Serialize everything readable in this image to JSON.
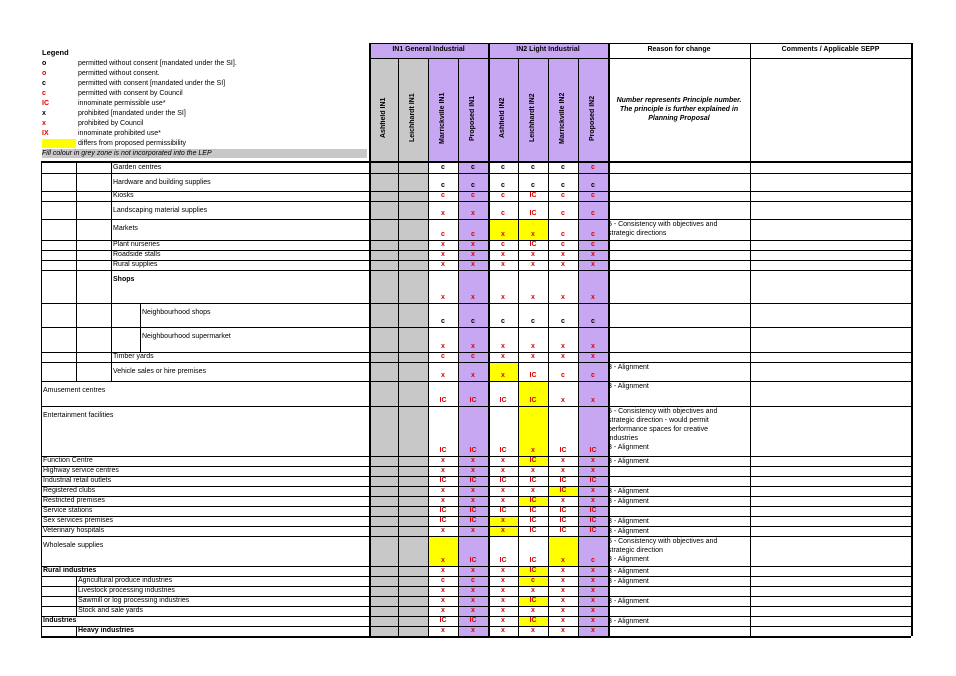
{
  "legend": {
    "title": "Legend",
    "items": [
      {
        "sym": "o",
        "color": "#000000",
        "text": "permitted without consent [mandated under the SI]."
      },
      {
        "sym": "o",
        "color": "#e00000",
        "text": "permitted without consent."
      },
      {
        "sym": "c",
        "color": "#000000",
        "text": "permitted with consent [mandated under the SI]"
      },
      {
        "sym": "c",
        "color": "#e00000",
        "text": "permitted with consent by Council"
      },
      {
        "sym": "IC",
        "color": "#e00000",
        "text": "innominate permissible use*"
      },
      {
        "sym": "x",
        "color": "#000000",
        "text": "prohibited [mandated under the SI]"
      },
      {
        "sym": "x",
        "color": "#e00000",
        "text": "prohibited by Council"
      },
      {
        "sym": "IX",
        "color": "#e00000",
        "text": "innominate prohibited use*"
      },
      {
        "sym": "",
        "color": "#ffff00",
        "text": "differs from proposed permissibility"
      }
    ],
    "note": "Fill colour in grey zone is not incorporated into the LEP"
  },
  "headers": {
    "in1": "IN1 General Industrial",
    "in2": "IN2 Light Industrial",
    "reason": "Reason for change",
    "comments": "Comments  / Applicable SEPP",
    "cols": [
      "Ashfield IN1",
      "Leichhardt IN1",
      "Marrickville IN1",
      "Proposed IN1",
      "Ashfield IN2",
      "Leichhardt IN2",
      "Marrickville IN2",
      "Proposed IN2"
    ],
    "principle_note": "Number represents Principle number. The principle is further explained in Planning Proposal"
  },
  "rows": [
    {
      "label": "Garden centres",
      "indent": 3,
      "bold": false,
      "h": 10,
      "vals": [
        "",
        "",
        "c",
        "c",
        "c",
        "c",
        "c",
        "c"
      ],
      "red": [
        0,
        0,
        0,
        0,
        0,
        0,
        0,
        1
      ],
      "yel": [
        0,
        0,
        0,
        0,
        0,
        0,
        0,
        0
      ],
      "reason": []
    },
    {
      "label": "Hardware and building supplies",
      "indent": 3,
      "bold": false,
      "h": 18,
      "vals": [
        "",
        "",
        "c",
        "c",
        "c",
        "c",
        "c",
        "c"
      ],
      "red": [
        0,
        0,
        0,
        0,
        0,
        0,
        0,
        0
      ],
      "yel": [
        0,
        0,
        0,
        0,
        0,
        0,
        0,
        0
      ],
      "reason": []
    },
    {
      "label": "Kiosks",
      "indent": 3,
      "bold": false,
      "h": 10,
      "vals": [
        "",
        "",
        "c",
        "c",
        "c",
        "IC",
        "c",
        "c"
      ],
      "red": [
        0,
        0,
        1,
        1,
        1,
        1,
        1,
        1
      ],
      "yel": [
        0,
        0,
        0,
        0,
        0,
        0,
        0,
        0
      ],
      "reason": []
    },
    {
      "label": "Landscaping material supplies",
      "indent": 3,
      "bold": false,
      "h": 18,
      "vals": [
        "",
        "",
        "x",
        "x",
        "c",
        "IC",
        "c",
        "c"
      ],
      "red": [
        0,
        0,
        1,
        1,
        1,
        1,
        1,
        1
      ],
      "yel": [
        0,
        0,
        0,
        0,
        0,
        0,
        0,
        0
      ],
      "reason": []
    },
    {
      "label": "Markets",
      "indent": 3,
      "bold": false,
      "h": 21,
      "vals": [
        "",
        "",
        "c",
        "c",
        "x",
        "x",
        "c",
        "c"
      ],
      "red": [
        0,
        0,
        1,
        1,
        1,
        1,
        1,
        1
      ],
      "yel": [
        0,
        0,
        0,
        0,
        1,
        1,
        0,
        0
      ],
      "reason": [
        "5 - Consistency with objectives and",
        "strategic directions"
      ]
    },
    {
      "label": "Plant nurseries",
      "indent": 3,
      "bold": false,
      "h": 10,
      "vals": [
        "",
        "",
        "x",
        "x",
        "c",
        "IC",
        "c",
        "c"
      ],
      "red": [
        0,
        0,
        1,
        1,
        1,
        1,
        1,
        1
      ],
      "yel": [
        0,
        0,
        0,
        0,
        0,
        0,
        0,
        0
      ],
      "reason": []
    },
    {
      "label": "Roadside stalls",
      "indent": 3,
      "bold": false,
      "h": 10,
      "vals": [
        "",
        "",
        "x",
        "x",
        "x",
        "x",
        "x",
        "x"
      ],
      "red": [
        0,
        0,
        1,
        1,
        1,
        1,
        1,
        1
      ],
      "yel": [
        0,
        0,
        0,
        0,
        0,
        0,
        0,
        0
      ],
      "reason": []
    },
    {
      "label": "Rural supplies",
      "indent": 3,
      "bold": false,
      "h": 10,
      "vals": [
        "",
        "",
        "x",
        "x",
        "x",
        "x",
        "x",
        "x"
      ],
      "red": [
        0,
        0,
        1,
        1,
        1,
        1,
        1,
        1
      ],
      "yel": [
        0,
        0,
        0,
        0,
        0,
        0,
        0,
        0
      ],
      "reason": []
    },
    {
      "label": "Shops",
      "indent": 3,
      "bold": true,
      "h": 33,
      "vals": [
        "",
        "",
        "x",
        "x",
        "x",
        "x",
        "x",
        "x"
      ],
      "red": [
        0,
        0,
        1,
        1,
        1,
        1,
        1,
        1
      ],
      "yel": [
        0,
        0,
        0,
        0,
        0,
        0,
        0,
        0
      ],
      "reason": []
    },
    {
      "label": "Neighbourhood shops",
      "indent": 4,
      "bold": false,
      "h": 24,
      "vals": [
        "",
        "",
        "c",
        "c",
        "c",
        "c",
        "c",
        "c"
      ],
      "red": [
        0,
        0,
        0,
        0,
        0,
        0,
        0,
        0
      ],
      "yel": [
        0,
        0,
        0,
        0,
        0,
        0,
        0,
        0
      ],
      "reason": []
    },
    {
      "label": "Neighbourhood supermarket",
      "indent": 4,
      "bold": false,
      "h": 25,
      "vals": [
        "",
        "",
        "x",
        "x",
        "x",
        "x",
        "x",
        "x"
      ],
      "red": [
        0,
        0,
        1,
        1,
        1,
        1,
        1,
        1
      ],
      "yel": [
        0,
        0,
        0,
        0,
        0,
        0,
        0,
        0
      ],
      "reason": []
    },
    {
      "label": "Timber yards",
      "indent": 3,
      "bold": false,
      "h": 10,
      "vals": [
        "",
        "",
        "c",
        "c",
        "x",
        "x",
        "x",
        "x"
      ],
      "red": [
        0,
        0,
        1,
        1,
        1,
        1,
        1,
        1
      ],
      "yel": [
        0,
        0,
        0,
        0,
        0,
        0,
        0,
        0
      ],
      "reason": []
    },
    {
      "label": "Vehicle sales or hire premises",
      "indent": 3,
      "bold": false,
      "h": 19,
      "vals": [
        "",
        "",
        "x",
        "x",
        "x",
        "IC",
        "c",
        "c"
      ],
      "red": [
        0,
        0,
        1,
        1,
        1,
        1,
        1,
        1
      ],
      "yel": [
        0,
        0,
        0,
        0,
        1,
        0,
        0,
        0
      ],
      "reason": [
        "3 -  Alignment"
      ]
    },
    {
      "label": "Amusement centres",
      "indent": 0,
      "bold": false,
      "h": 25,
      "vals": [
        "",
        "",
        "IC",
        "IC",
        "IC",
        "IC",
        "x",
        "x"
      ],
      "red": [
        0,
        0,
        1,
        1,
        1,
        1,
        1,
        1
      ],
      "yel": [
        0,
        0,
        0,
        0,
        0,
        1,
        0,
        0
      ],
      "reason": [
        "3 -  Alignment"
      ]
    },
    {
      "label": "Entertainment facilities",
      "indent": 0,
      "bold": false,
      "h": 50,
      "vals": [
        "",
        "",
        "IC",
        "IC",
        "IC",
        "x",
        "IC",
        "IC"
      ],
      "red": [
        0,
        0,
        1,
        1,
        1,
        1,
        1,
        1
      ],
      "yel": [
        0,
        0,
        0,
        0,
        0,
        1,
        0,
        0
      ],
      "reason": [
        "5 - Consistency with objectives and",
        "strategic direction - would permit",
        "performance spaces for creative",
        "industries",
        "3 -  Alignment"
      ]
    },
    {
      "label": "Function Centre",
      "indent": 0,
      "bold": false,
      "h": 10,
      "vals": [
        "",
        "",
        "x",
        "x",
        "x",
        "IC",
        "x",
        "x"
      ],
      "red": [
        0,
        0,
        1,
        1,
        1,
        1,
        1,
        1
      ],
      "yel": [
        0,
        0,
        0,
        0,
        0,
        1,
        0,
        0
      ],
      "reason": [
        "3 -  Alignment"
      ]
    },
    {
      "label": "Highway service centres",
      "indent": 0,
      "bold": false,
      "h": 10,
      "vals": [
        "",
        "",
        "x",
        "x",
        "x",
        "x",
        "x",
        "x"
      ],
      "red": [
        0,
        0,
        1,
        1,
        1,
        1,
        1,
        1
      ],
      "yel": [
        0,
        0,
        0,
        0,
        0,
        0,
        0,
        0
      ],
      "reason": []
    },
    {
      "label": "Industrial retail outlets",
      "indent": 0,
      "bold": false,
      "h": 10,
      "vals": [
        "",
        "",
        "IC",
        "IC",
        "IC",
        "IC",
        "IC",
        "IC"
      ],
      "red": [
        0,
        0,
        1,
        1,
        1,
        1,
        1,
        1
      ],
      "yel": [
        0,
        0,
        0,
        0,
        0,
        0,
        0,
        0
      ],
      "reason": []
    },
    {
      "label": "Registered clubs",
      "indent": 0,
      "bold": false,
      "h": 10,
      "vals": [
        "",
        "",
        "x",
        "x",
        "x",
        "x",
        "IC",
        "x"
      ],
      "red": [
        0,
        0,
        1,
        1,
        1,
        1,
        1,
        1
      ],
      "yel": [
        0,
        0,
        0,
        0,
        0,
        0,
        1,
        0
      ],
      "reason": [
        "3 -  Alignment"
      ]
    },
    {
      "label": "Restricted premises",
      "indent": 0,
      "bold": false,
      "h": 10,
      "vals": [
        "",
        "",
        "x",
        "x",
        "x",
        "IC",
        "x",
        "x"
      ],
      "red": [
        0,
        0,
        1,
        1,
        1,
        1,
        1,
        1
      ],
      "yel": [
        0,
        0,
        0,
        0,
        0,
        1,
        0,
        0
      ],
      "reason": [
        "3 -  Alignment"
      ]
    },
    {
      "label": "Service stations",
      "indent": 0,
      "bold": false,
      "h": 10,
      "vals": [
        "",
        "",
        "IC",
        "IC",
        "IC",
        "IC",
        "IC",
        "IC"
      ],
      "red": [
        0,
        0,
        1,
        1,
        1,
        1,
        1,
        1
      ],
      "yel": [
        0,
        0,
        0,
        0,
        0,
        0,
        0,
        0
      ],
      "reason": []
    },
    {
      "label": "Sex services premises",
      "indent": 0,
      "bold": false,
      "h": 10,
      "vals": [
        "",
        "",
        "IC",
        "IC",
        "x",
        "IC",
        "IC",
        "IC"
      ],
      "red": [
        0,
        0,
        1,
        1,
        1,
        1,
        1,
        1
      ],
      "yel": [
        0,
        0,
        0,
        0,
        1,
        0,
        0,
        0
      ],
      "reason": [
        "3 -  Alignment"
      ]
    },
    {
      "label": "Veterinary hospitals",
      "indent": 0,
      "bold": false,
      "h": 10,
      "vals": [
        "",
        "",
        "x",
        "x",
        "x",
        "IC",
        "IC",
        "IC"
      ],
      "red": [
        0,
        0,
        1,
        1,
        1,
        1,
        1,
        1
      ],
      "yel": [
        0,
        0,
        0,
        0,
        1,
        0,
        0,
        0
      ],
      "reason": [
        "3 -  Alignment"
      ]
    },
    {
      "label": "Wholesale supplies",
      "indent": 0,
      "bold": false,
      "h": 30,
      "vals": [
        "",
        "",
        "x",
        "IC",
        "IC",
        "IC",
        "x",
        "c"
      ],
      "red": [
        0,
        0,
        1,
        1,
        1,
        1,
        1,
        1
      ],
      "yel": [
        0,
        0,
        1,
        0,
        0,
        0,
        1,
        0
      ],
      "reason": [
        "5 - Consistency with objectives and",
        "strategic direction",
        "3 -  Alignment"
      ]
    },
    {
      "label": "Rural industries",
      "indent": 0,
      "bold": true,
      "h": 10,
      "vals": [
        "",
        "",
        "x",
        "x",
        "x",
        "IC",
        "x",
        "x"
      ],
      "red": [
        0,
        0,
        1,
        1,
        1,
        1,
        1,
        1
      ],
      "yel": [
        0,
        0,
        0,
        0,
        0,
        1,
        0,
        0
      ],
      "reason": [
        "3 -  Alignment"
      ]
    },
    {
      "label": "Agricultural produce industries",
      "indent": 2,
      "bold": false,
      "h": 10,
      "vals": [
        "",
        "",
        "c",
        "c",
        "x",
        "c",
        "x",
        "x"
      ],
      "red": [
        0,
        0,
        1,
        1,
        1,
        1,
        1,
        1
      ],
      "yel": [
        0,
        0,
        0,
        0,
        0,
        1,
        0,
        0
      ],
      "reason": [
        "3 -  Alignment"
      ]
    },
    {
      "label": "Livestock processing industries",
      "indent": 2,
      "bold": false,
      "h": 10,
      "vals": [
        "",
        "",
        "x",
        "x",
        "x",
        "x",
        "x",
        "x"
      ],
      "red": [
        0,
        0,
        1,
        1,
        1,
        1,
        1,
        1
      ],
      "yel": [
        0,
        0,
        0,
        0,
        0,
        0,
        0,
        0
      ],
      "reason": []
    },
    {
      "label": "Sawmill or log processing industries",
      "indent": 2,
      "bold": false,
      "h": 10,
      "vals": [
        "",
        "",
        "x",
        "x",
        "x",
        "IC",
        "x",
        "x"
      ],
      "red": [
        0,
        0,
        1,
        1,
        1,
        1,
        1,
        1
      ],
      "yel": [
        0,
        0,
        0,
        0,
        0,
        1,
        0,
        0
      ],
      "reason": [
        "3 -  Alignment"
      ]
    },
    {
      "label": "Stock and sale yards",
      "indent": 2,
      "bold": false,
      "h": 10,
      "vals": [
        "",
        "",
        "x",
        "x",
        "x",
        "x",
        "x",
        "x"
      ],
      "red": [
        0,
        0,
        1,
        1,
        1,
        1,
        1,
        1
      ],
      "yel": [
        0,
        0,
        0,
        0,
        0,
        0,
        0,
        0
      ],
      "reason": []
    },
    {
      "label": "Industries",
      "indent": 0,
      "bold": true,
      "h": 10,
      "vals": [
        "",
        "",
        "IC",
        "IC",
        "x",
        "IC",
        "x",
        "x"
      ],
      "red": [
        0,
        0,
        1,
        1,
        1,
        1,
        1,
        1
      ],
      "yel": [
        0,
        0,
        0,
        0,
        0,
        1,
        0,
        0
      ],
      "reason": [
        "3 -  Alignment"
      ]
    },
    {
      "label": "Heavy industries",
      "indent": 2,
      "bold": true,
      "h": 10,
      "vals": [
        "",
        "",
        "x",
        "x",
        "x",
        "x",
        "x",
        "x"
      ],
      "red": [
        0,
        0,
        1,
        1,
        1,
        1,
        1,
        1
      ],
      "yel": [
        0,
        0,
        0,
        0,
        0,
        0,
        0,
        0
      ],
      "reason": []
    }
  ]
}
